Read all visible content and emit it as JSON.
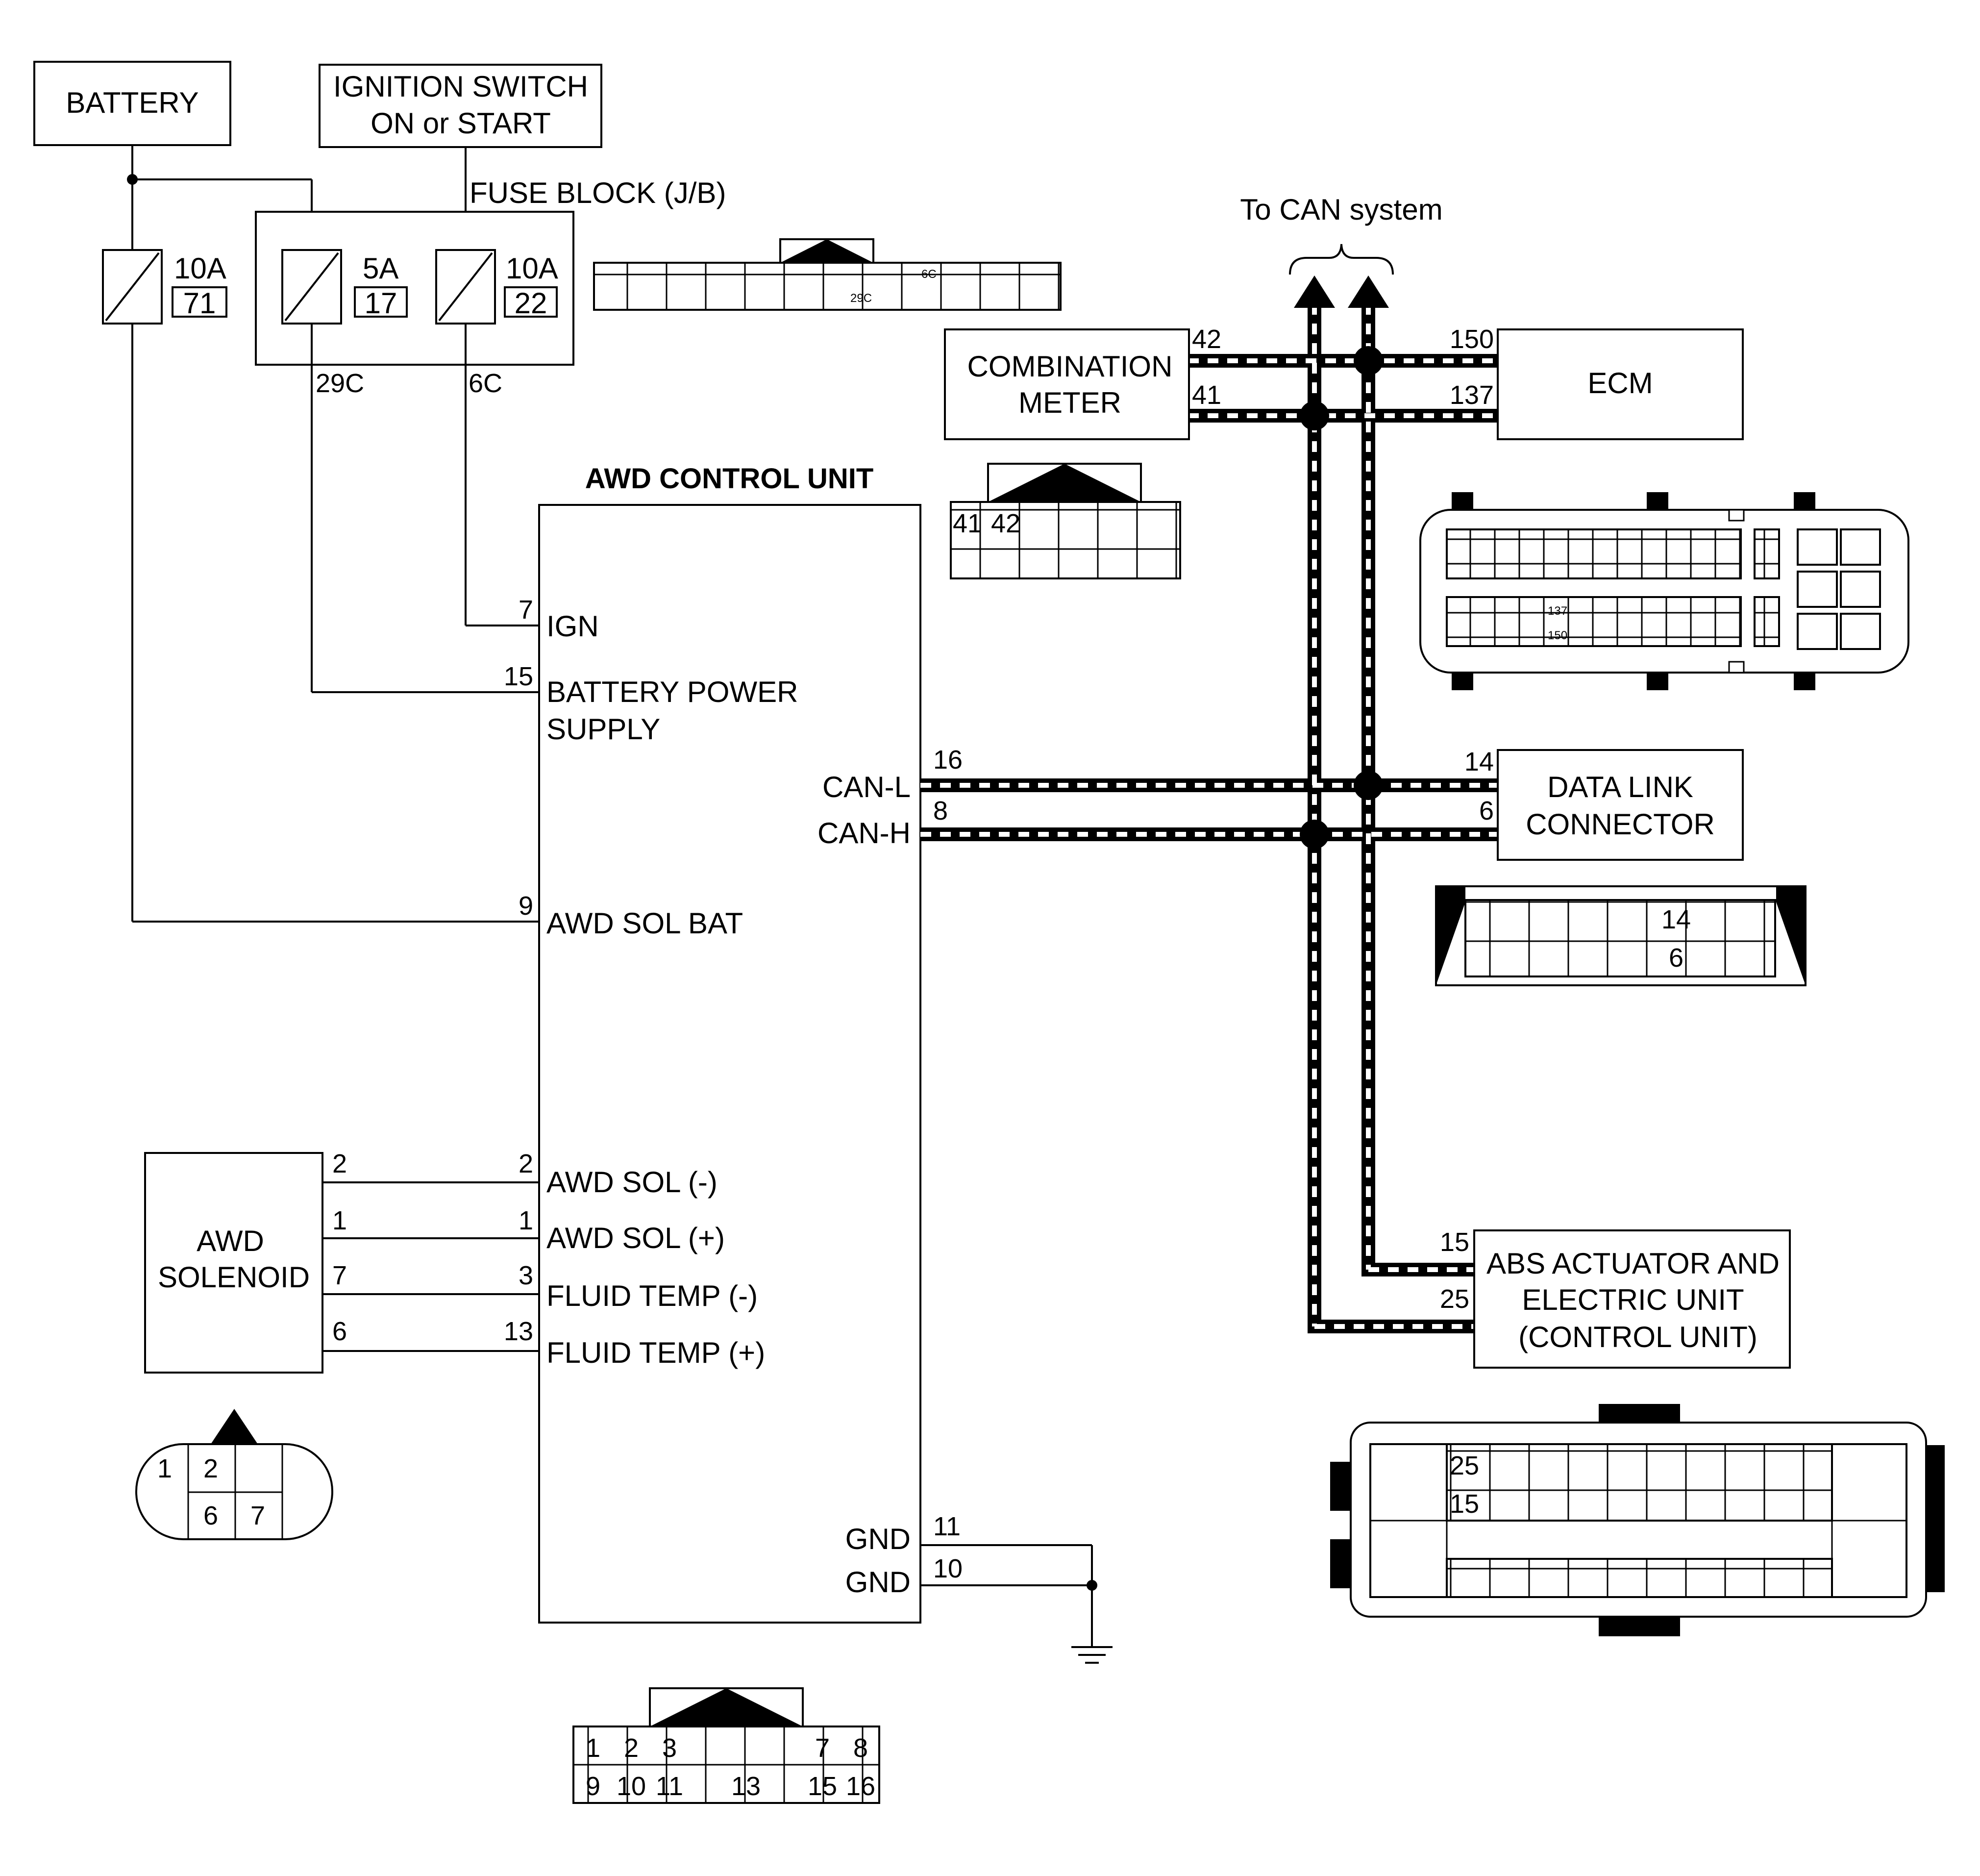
{
  "power": {
    "battery": "BATTERY",
    "ignition_line1": "IGNITION SWITCH",
    "ignition_line2": "ON or START",
    "fuse_block": "FUSE BLOCK (J/B)"
  },
  "fuses": [
    {
      "rating": "10A",
      "number": "71"
    },
    {
      "rating": "5A",
      "number": "17"
    },
    {
      "rating": "10A",
      "number": "22"
    }
  ],
  "fuse_terminals": {
    "a": "29C",
    "b": "6C"
  },
  "fuse_connector": {
    "a": "29C",
    "b": "6C"
  },
  "can_system": "To CAN system",
  "combination_meter": {
    "line1": "COMBINATION",
    "line2": "METER",
    "pin_top": "42",
    "pin_bottom": "41",
    "connector_pins": [
      "41",
      "42"
    ]
  },
  "ecm": {
    "label": "ECM",
    "pin_top": "150",
    "pin_bottom": "137",
    "connector_pins": [
      "137",
      "150"
    ]
  },
  "awd_unit": {
    "title": "AWD CONTROL UNIT",
    "terminals": [
      {
        "pin": "7",
        "name": "IGN"
      },
      {
        "pin": "15",
        "name": "BATTERY POWER",
        "name2": "SUPPLY"
      },
      {
        "pin": "16",
        "name": "CAN-L"
      },
      {
        "pin": "8",
        "name": "CAN-H"
      },
      {
        "pin": "9",
        "name": "AWD SOL BAT"
      },
      {
        "pin": "2",
        "name": "AWD SOL (-)"
      },
      {
        "pin": "1",
        "name": "AWD SOL (+)"
      },
      {
        "pin": "3",
        "name": "FLUID TEMP (-)"
      },
      {
        "pin": "13",
        "name": "FLUID TEMP (+)"
      },
      {
        "pin": "11",
        "name": "GND"
      },
      {
        "pin": "10",
        "name": "GND"
      }
    ],
    "connector_top": [
      "1",
      "2",
      "3",
      "7",
      "8"
    ],
    "connector_bottom": [
      "9",
      "10",
      "11",
      "13",
      "15",
      "16"
    ]
  },
  "data_link": {
    "line1": "DATA LINK",
    "line2": "CONNECTOR",
    "pin_top": "14",
    "pin_bottom": "6",
    "connector_pins": [
      "14",
      "6"
    ]
  },
  "abs": {
    "line1": "ABS ACTUATOR AND",
    "line2": "ELECTRIC UNIT",
    "line3": "(CONTROL UNIT)",
    "pin_top": "15",
    "pin_bottom": "25",
    "connector_pins": [
      "25",
      "15"
    ]
  },
  "awd_solenoid": {
    "line1": "AWD",
    "line2": "SOLENOID",
    "pins": [
      "2",
      "1",
      "7",
      "6"
    ],
    "connector_top": [
      "1",
      "2"
    ],
    "connector_bottom": [
      "6",
      "7"
    ]
  }
}
